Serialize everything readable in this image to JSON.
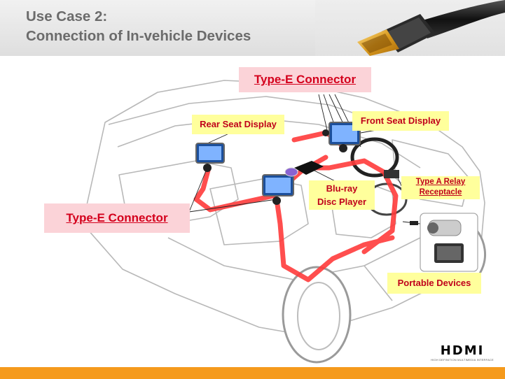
{
  "header": {
    "title_line1": "Use Case 2:",
    "title_line2": "Connection of In-vehicle Devices"
  },
  "labels": {
    "type_e_top": "Type-E Connector",
    "type_e_left": "Type-E Connector",
    "rear_seat_display": "Rear Seat Display",
    "front_seat_display": "Front Seat Display",
    "bluray_line1": "Blu-ray",
    "bluray_line2": "Disc Player",
    "relay_line1": "Type A Relay",
    "relay_line2": "Receptacle",
    "portable_devices": "Portable Devices"
  },
  "logo": {
    "text": "HDMI",
    "tagline": "HIGH DEFINITION MULTIMEDIA INTERFACE"
  },
  "colors": {
    "cable": "#ff3b3b",
    "pink": "#fbd3d8",
    "yellow": "#ffff9c",
    "label_red": "#d4001c",
    "footer": "#f59a1c"
  }
}
